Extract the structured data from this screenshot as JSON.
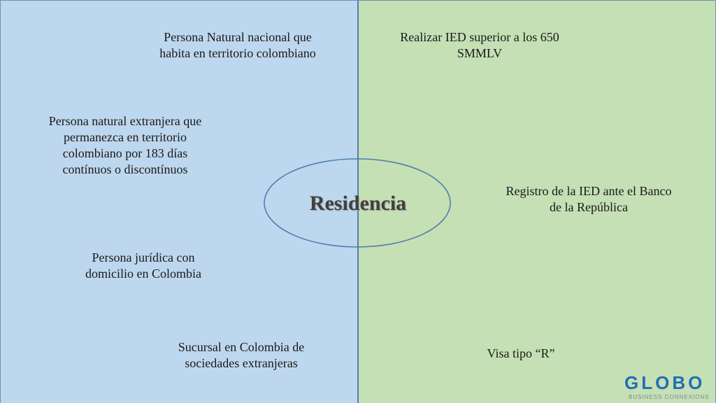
{
  "center": {
    "label": "Residencia"
  },
  "left_items": [
    "Persona Natural nacional que habita en territorio colombiano",
    "Persona natural extranjera que permanezca en territorio colombiano por 183 días contínuos o discontínuos",
    "Persona jurídica con domicilio en Colombia",
    "Sucursal en Colombia de sociedades extranjeras"
  ],
  "right_items": [
    "Realizar IED superior a los 650 SMMLV",
    "Registro de la IED ante el Banco de la República",
    "Visa tipo “R”"
  ],
  "logo": {
    "main": "GLOBO",
    "sub": "BUSINESS CONNEXIONS"
  },
  "colors": {
    "left_panel": "#bdd7ee",
    "right_panel": "#c5e0b4",
    "outline": "#4f7fb0"
  }
}
